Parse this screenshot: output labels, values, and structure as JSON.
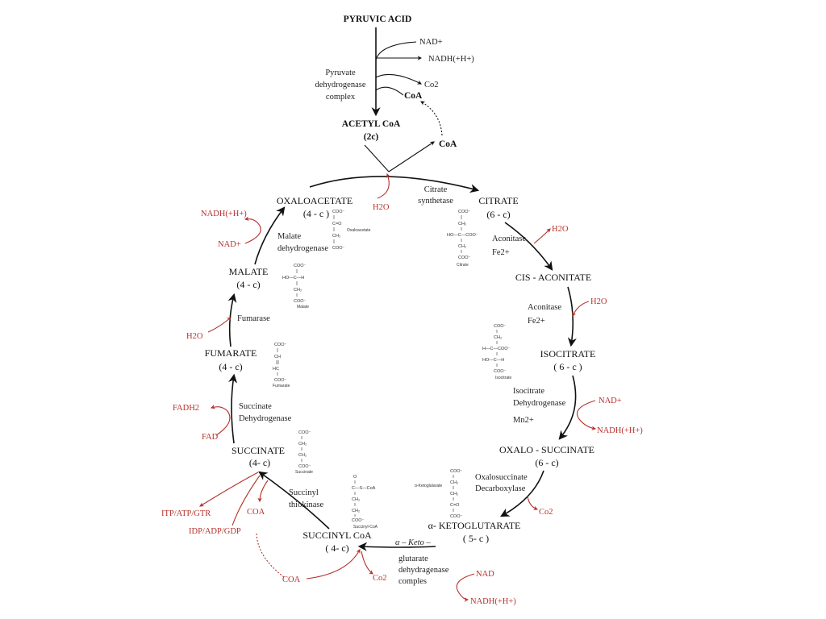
{
  "pyruvic_acid": "PYRUVIC ACID",
  "nad_plus": "NAD+",
  "nadh_h": "NADH(+H+)",
  "co2": "Co2",
  "coa_bold": "CoA",
  "pdc_line1": "Pyruvate",
  "pdc_line2": "dehydrogenase",
  "pdc_line3": "complex",
  "acetyl_coa": "ACETYL CoA",
  "acetyl_c": "(2c)",
  "coa_released": "CoA",
  "citrate_synthetase_1": "Citrate",
  "citrate_synthetase_2": "synthetase",
  "h2o_condensation": "H2O",
  "citrate": "CITRATE",
  "citrate_c": "(6 - c)",
  "aconitase_1": "Aconitase",
  "fe_1": "Fe2+",
  "h2o_out": "H2O",
  "cis_aconitate": "CIS - ACONITATE",
  "aconitase_2": "Aconitase",
  "fe_2": "Fe2+",
  "h2o_in": "H2O",
  "isocitrate": "ISOCITRATE",
  "isocitrate_c": "( 6 - c )",
  "icdh_1": "Isocitrate",
  "icdh_2": "Dehydrogenase",
  "mn": "Mn2+",
  "nad_icdh": "NAD+",
  "nadh_icdh": "NADH(+H+)",
  "oxalosuccinate": "OXALO - SUCCINATE",
  "oxalosuccinate_c": "(6 - c)",
  "osd_1": "Oxalosuccinate",
  "osd_2": "Decarboxylase",
  "co2_osd": "Co2",
  "akg": "α- KETOGLUTARATE",
  "akg_c": "( 5- c )",
  "akgdh_1": "α – Keto –",
  "akgdh_2": "glutarate",
  "akgdh_3": "dehydragenase",
  "akgdh_4": "comples",
  "nad_akg": "NAD",
  "nadh_akg": "NADH(+H+)",
  "co2_akg": "Co2",
  "coa_akg": "COA",
  "succinyl_coa": "SUCCINYL CoA",
  "succinyl_coa_c": "( 4- c)",
  "sts_1": "Succinyl",
  "sts_2": "thiokinase",
  "coa_sts": "COA",
  "itp": "ITP/ATP/GTR",
  "idp": "IDP/ADP/GDP",
  "succinate": "SUCCINATE",
  "succinate_c": "(4- c)",
  "sdh_1": "Succinate",
  "sdh_2": "Dehydrogenase",
  "fadh2": "FADH2",
  "fad": "FAD",
  "fumarate": "FUMARATE",
  "fumarate_c": "(4 - c)",
  "fumarase": "Fumarase",
  "h2o_fumarase": "H2O",
  "malate": "MALATE",
  "malate_c": "(4 - c)",
  "mdh_1": "Malate",
  "mdh_2": "dehydrogenase",
  "nadh_mdh": "NADH(+H+)",
  "nad_mdh": "NAD+",
  "oxaloacetate": "OXALOACETATE",
  "oxaloacetate_c": "(4 - c )",
  "structure_labels": {
    "oxaloacetate": "Oxaloacetate",
    "citrate": "Citrate",
    "malate": "Malate",
    "fumarate": "Fumarate",
    "isocitrate": "Isocitrate",
    "succinate": "Succinate",
    "succinyl_coa": "Succinyl-CoA",
    "akg": "α-Ketoglutarate"
  },
  "structure_text": {
    "coo": "COO⁻",
    "ch2": "CH₂",
    "c_eq_o": "C=O",
    "ho_c_coo": "HO—C—COO⁻",
    "ho_c_h": "HO—C—H",
    "ch": "CH",
    "hc": "HC",
    "h_c_coo": "H—C—COO⁻",
    "c_s_coa": "C—S—CoA",
    "o": "O"
  },
  "colors": {
    "ink": "#111111",
    "red": "#b5312b"
  }
}
